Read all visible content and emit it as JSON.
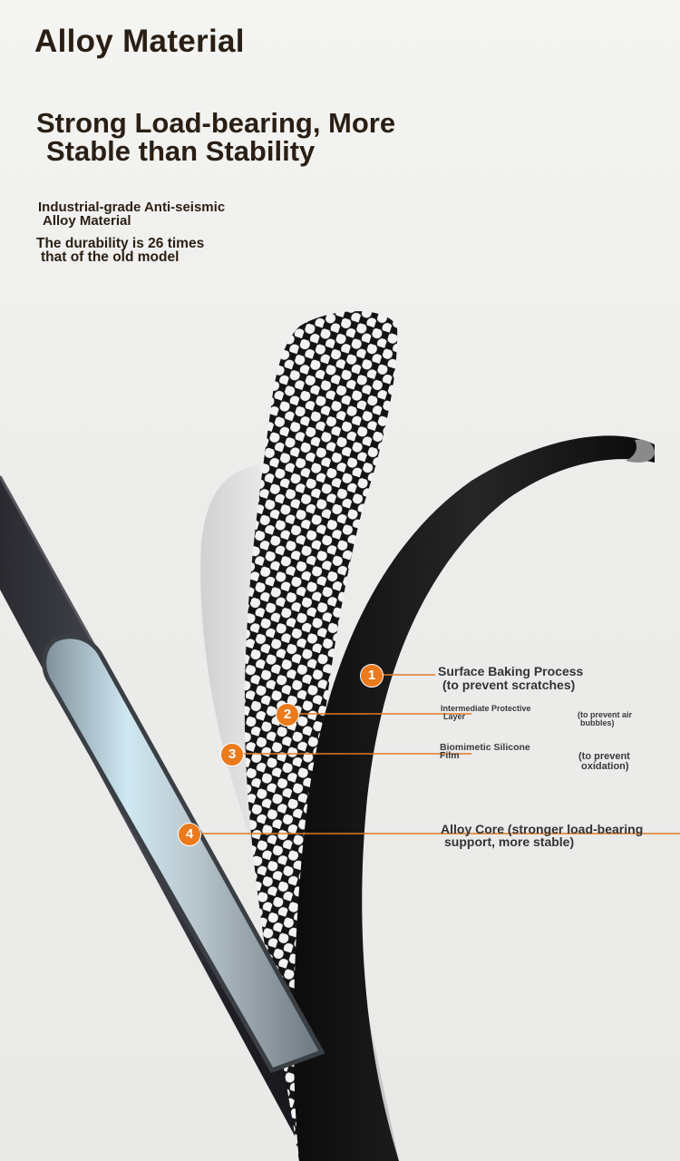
{
  "title": "Alloy Material",
  "headline": {
    "line1": "Strong Load-bearing, More",
    "line2": "Stable than Stability"
  },
  "features": {
    "f1_line1": "Industrial-grade Anti-seismic",
    "f1_line2": "Alloy Material",
    "f2_line1": "The durability is 26 times",
    "f2_line2": "that of the old model"
  },
  "layers": [
    {
      "number": "1",
      "label_line1": "Surface Baking Process",
      "label_line2": "(to prevent scratches)"
    },
    {
      "number": "2",
      "label_line1": "Intermediate Protective",
      "label_line2": "Layer",
      "note_line1": "(to prevent air",
      "note_line2": "bubbles)"
    },
    {
      "number": "3",
      "label_line1": "Biomimetic Silicone",
      "label_line2": "Film",
      "note_line1": "(to prevent",
      "note_line2": "oxidation)"
    },
    {
      "number": "4",
      "label_line1": "Alloy Core (stronger load-bearing",
      "label_line2": "support, more stable)"
    }
  ],
  "colors": {
    "badge": "#ea7a1c",
    "title": "#2a1f14",
    "tube_outer": "#1c1c20",
    "mesh": "#111111"
  }
}
